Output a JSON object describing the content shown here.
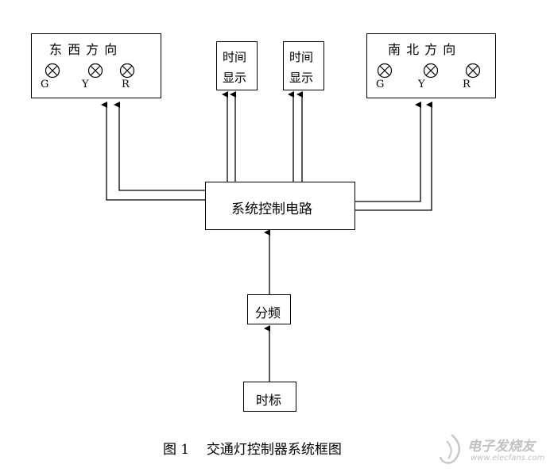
{
  "diagram": {
    "ew_box": {
      "title": "东 西 方 向",
      "lamps": [
        "G",
        "Y",
        "R"
      ]
    },
    "ns_box": {
      "title": "南 北 方 向",
      "lamps": [
        "G",
        "Y",
        "R"
      ]
    },
    "time_display_1": {
      "line1": "时间",
      "line2": "显示"
    },
    "time_display_2": {
      "line1": "时间",
      "line2": "显示"
    },
    "controller": {
      "label": "系统控制电路"
    },
    "divider": {
      "label": "分频"
    },
    "timebase": {
      "label": "时标"
    }
  },
  "caption": "图 1    交通灯控制器系统框图",
  "watermark": {
    "cn": "电子发烧友",
    "en": "www.elecfans.com"
  }
}
